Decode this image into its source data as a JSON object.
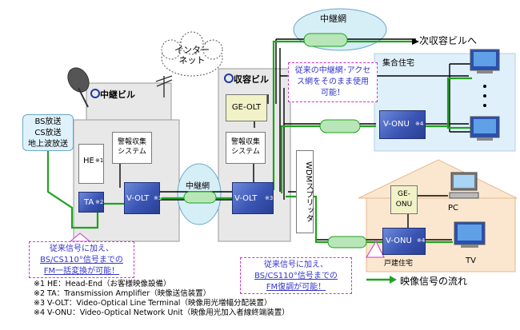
{
  "top_net_label": "中継網",
  "next_building_label": "次収容ビルへ",
  "internet_label": "インター\nネット",
  "relay_building": {
    "title": "中継ビル",
    "he": "HE",
    "he_mark": "※1",
    "ta": "TA",
    "ta_mark": "※2",
    "alarm": "警報収集\nシステム",
    "volt": "V-OLT",
    "volt_mark": "※3"
  },
  "accommodation_building": {
    "title": "収容ビル",
    "ge_olt": "GE-OLT",
    "alarm": "警報収集\nシステム",
    "volt": "V-OLT",
    "volt_mark": "※3",
    "wdm": "WDMスプリッタ"
  },
  "mid_net_label": "中継網",
  "broadcast_lines": [
    "BS放送",
    "CS放送",
    "地上波放送"
  ],
  "apartment": {
    "title": "集合住宅",
    "vonu": "V-ONU",
    "vonu_mark": "※4"
  },
  "house": {
    "title": "戸建住宅",
    "ge_onu": "GE-\nONU",
    "pc": "PC",
    "vonu": "V-ONU",
    "vonu_mark": "※4",
    "tv": "TV"
  },
  "callout_apartment": [
    "従来の中継網･アクセ",
    "ス網をそのまま使用",
    "可能！"
  ],
  "callout_relay": [
    "従来信号に加え、",
    "BS/CS110°信号までの",
    "FM一括変換が可能！"
  ],
  "callout_house": [
    "従来信号に加え、",
    "BS/CS110°信号までの",
    "FM復調が可能！"
  ],
  "legend_label": "映像信号の流れ",
  "footnotes": [
    "※1 HE：Head-End（お客様映像設備）",
    "※2 TA：Transmission Amplifier（映像送信装置）",
    "※3 V-OLT：Video-Optical Line Terminal（映像用光増幅分配装置）",
    "※4 V-ONU：Video-Optical Network Unit（映像用光加入者線終端装置）"
  ],
  "colors": {
    "signal": "#1fa31f",
    "fiber": "#000000",
    "device": "#3b55b4",
    "callout": "#3333cc",
    "callout_border": "#cc33cc",
    "cloud": "#d6eef6",
    "house": "#fbe7cf"
  }
}
